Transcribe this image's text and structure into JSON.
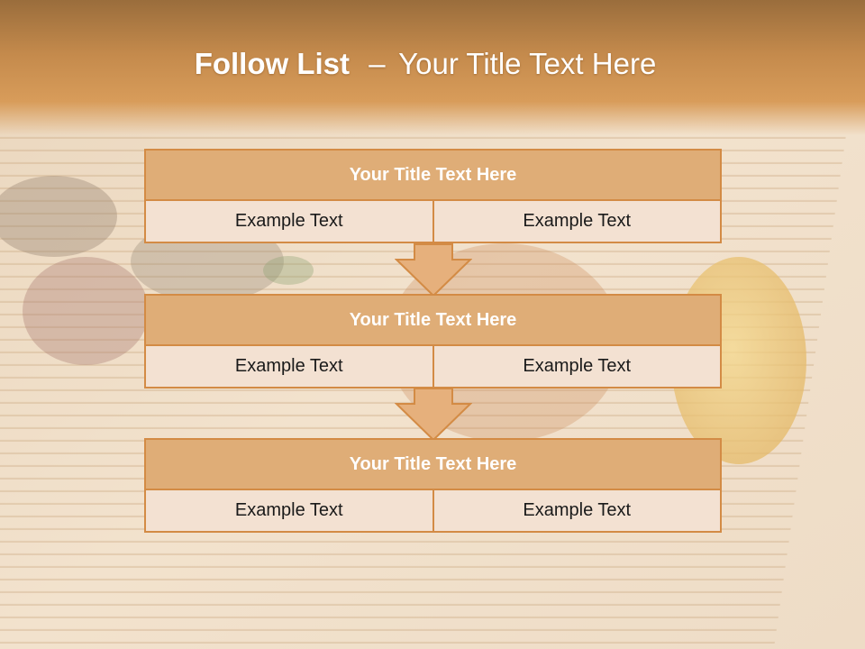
{
  "slide": {
    "title_strong": "Follow List",
    "title_sep": "–",
    "title_rest": "Your Title Text Here"
  },
  "blocks": [
    {
      "title": "Your Title Text Here",
      "left": "Example Text",
      "right": "Example Text"
    },
    {
      "title": "Your Title Text Here",
      "left": "Example Text",
      "right": "Example Text"
    },
    {
      "title": "Your Title Text Here",
      "left": "Example Text",
      "right": "Example Text"
    }
  ],
  "colors": {
    "accent_border": "#d38b45",
    "title_fill": "#dfad77",
    "cell_fill": "#f3e1d2",
    "arrow_fill": "#e6b07c"
  },
  "icons": [
    "down-arrow-icon"
  ]
}
